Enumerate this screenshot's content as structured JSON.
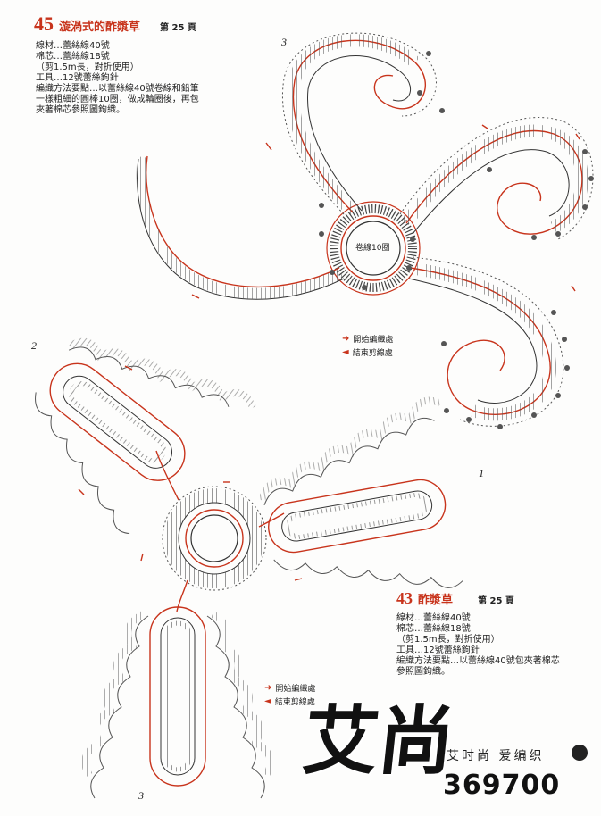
{
  "pattern45": {
    "number": "45",
    "title": "漩渦式的酢漿草",
    "page_ref": "第 25 頁",
    "lines": [
      "線材…蕾絲線40號",
      "棉芯…蕾絲線18號",
      "（剪1.5m長，對折使用）",
      "工具…12號蕾絲鉤針",
      "編織方法要點…以蕾絲線40號卷線和鉛筆",
      "一樣粗細的圓棒10圈，做成輪圈後，再包",
      "夾著棉芯參照圖鉤織。"
    ],
    "ring_label": "卷線10圈",
    "motif_number": "3",
    "legend": {
      "start": "開始編織處",
      "end": "結束剪線處"
    }
  },
  "pattern43": {
    "number": "43",
    "title": "酢漿草",
    "page_ref": "第 25 頁",
    "lines": [
      "線材…蕾絲線40號",
      "棉芯…蕾絲線18號",
      "（剪1.5m長，對折使用）",
      "工具…12號蕾絲鉤針",
      "編織方法要點…以蕾絲線40號包夾著棉芯",
      "參照圖鉤織。"
    ],
    "legend": {
      "start": "開始編織處",
      "end": "結束剪線處"
    },
    "leaf_numbers": [
      "1",
      "2",
      "3"
    ]
  },
  "watermark": {
    "logo": "艾尚",
    "brand_text": "艾时尚 爱编织",
    "number": "369700"
  },
  "colors": {
    "accent": "#c8341c",
    "ink": "#222222",
    "paper": "#fdfdfc"
  }
}
